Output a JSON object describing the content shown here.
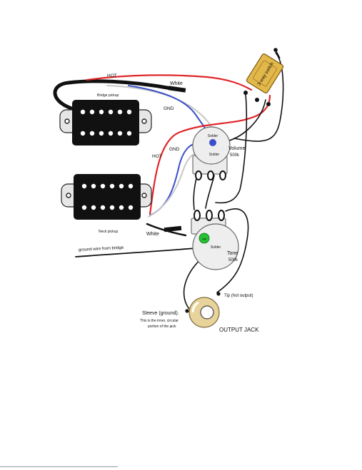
{
  "labels": {
    "hot_bridge": "HOT",
    "white_bridge": "White",
    "bridge_pickup": "Bridge pickup",
    "gnd_bridge": "GND",
    "gnd_neck": "GND",
    "hot_neck": "HOT",
    "neck_pickup": "Neck pickup",
    "white_neck": "White",
    "volume_solder": "Solder",
    "volume_solder_body": "Solder",
    "volume_name": "Volume",
    "volume_value": "500k",
    "tone_solder": "Solder",
    "tone_cap": "cap",
    "tone_name": "Tone",
    "tone_value": "500k",
    "ground_wire": "ground wire from bridge",
    "switch": "3-way switch",
    "tip": "Tip (hot output)",
    "sleeve_title": "Sleeve (ground).",
    "sleeve_line2": "This is the inner, circular",
    "sleeve_line3": "portion of the jack",
    "output_jack": "OUTPUT JACK"
  },
  "colors": {
    "hot_wire": "#e0262a",
    "gnd_wire": "#3b4fc9",
    "white_wire": "#c8c8c8",
    "ground_wire": "#111111",
    "pickup_body": "#111111",
    "pickup_mount": "#e6e6e6",
    "pot_body": "#eeeeee",
    "capacitor": "#25c233",
    "switch_body": "#e3b84a",
    "jack_body": "#e8d49a"
  }
}
